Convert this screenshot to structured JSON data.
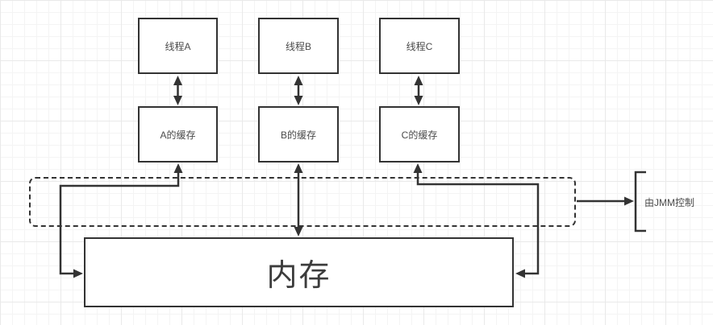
{
  "nodes": {
    "thread_a": {
      "label": "线程A"
    },
    "thread_b": {
      "label": "线程B"
    },
    "thread_c": {
      "label": "线程C"
    },
    "cache_a": {
      "label": "A的缓存"
    },
    "cache_b": {
      "label": "B的缓存"
    },
    "cache_c": {
      "label": "C的缓存"
    },
    "memory": {
      "label": "内存"
    }
  },
  "annotations": {
    "jmm_control": {
      "label": "由JMM控制"
    }
  },
  "colors": {
    "line": "#333333",
    "text": "#4a4a4a",
    "node_fill": "#ffffff",
    "canvas_background": "#ffffff",
    "grid_minor": "#f4f4f4",
    "grid_major": "#e9e9e9"
  }
}
